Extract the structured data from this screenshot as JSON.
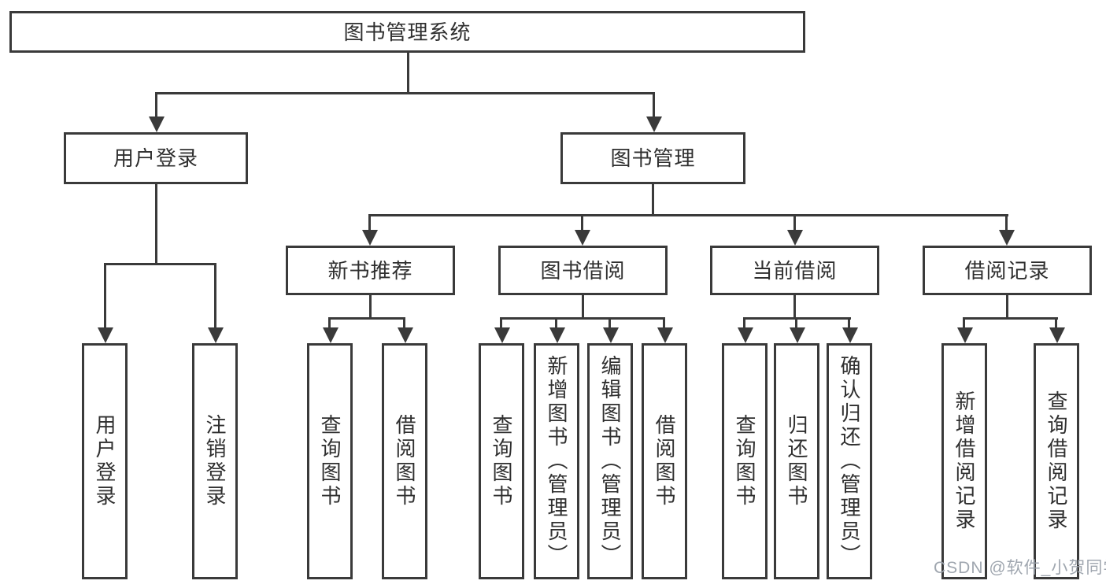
{
  "diagram": {
    "root": "图书管理系统",
    "branches": [
      {
        "label": "用户登录",
        "children": [
          "用户登录",
          "注销登录"
        ]
      },
      {
        "label": "图书管理",
        "sections": [
          {
            "label": "新书推荐",
            "children": [
              "查询图书",
              "借阅图书"
            ]
          },
          {
            "label": "图书借阅",
            "children": [
              "查询图书",
              "新增图书（管理员）",
              "编辑图书（管理员）",
              "借阅图书"
            ]
          },
          {
            "label": "当前借阅",
            "children": [
              "查询图书",
              "归还图书",
              "确认归还（管理员）"
            ]
          },
          {
            "label": "借阅记录",
            "children": [
              "新增借阅记录",
              "查询借阅记录"
            ]
          }
        ]
      }
    ]
  },
  "watermark": "CSDN @软件_小贺同学",
  "colors": {
    "line": "#3a3a3a",
    "text": "#2f2f2f",
    "background": "#ffffff",
    "watermark": "#9aa1ab"
  }
}
